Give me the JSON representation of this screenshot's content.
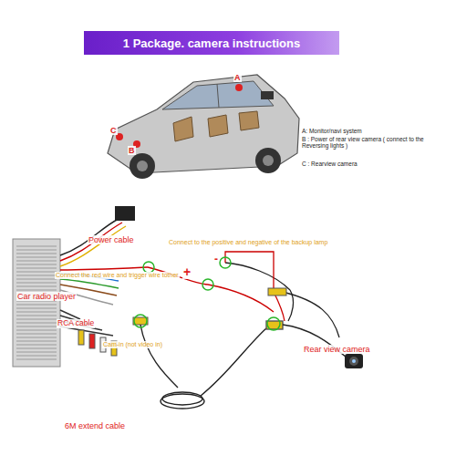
{
  "diagram": {
    "title": "1 Package. camera instructions",
    "labels": [
      "A",
      "B",
      "C",
      "A: Monitor/navi system",
      "B : Power of rear view camera ( connect to the Reversing lights )",
      "C : Rearview camera",
      "Power cable",
      "Connect the red wire and trigger wire tother",
      "Car radio player",
      "RCA cable",
      "Cam-in (not video in)",
      "6M extend cable",
      "Connect to the positive and negative of the backup lamp",
      "+",
      "-",
      "Rear view camera"
    ]
  }
}
